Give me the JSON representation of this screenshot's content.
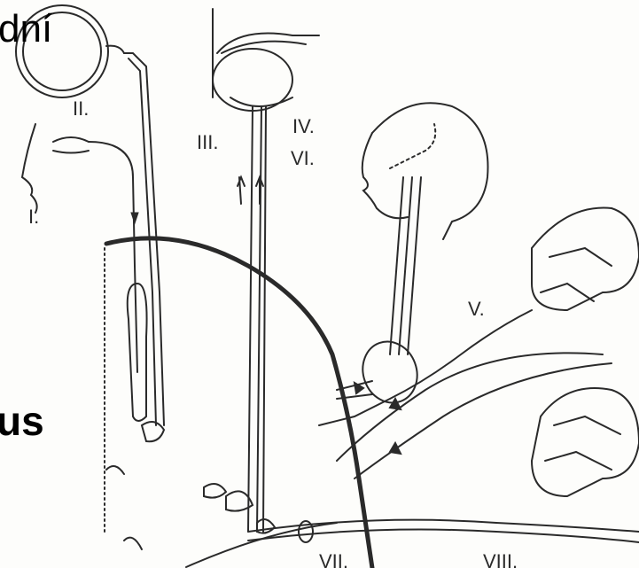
{
  "slide": {
    "top_text": "dní",
    "mid_text": "us"
  },
  "diagram": {
    "labels": {
      "n1": "I.",
      "n2": "II.",
      "n3": "III.",
      "n4": "IV.",
      "n6": "VI.",
      "n5": "V.",
      "n7": "VII.",
      "n8": "VIII."
    }
  },
  "colors": {
    "ink": "#222222",
    "paper": "#fdfdfb"
  }
}
